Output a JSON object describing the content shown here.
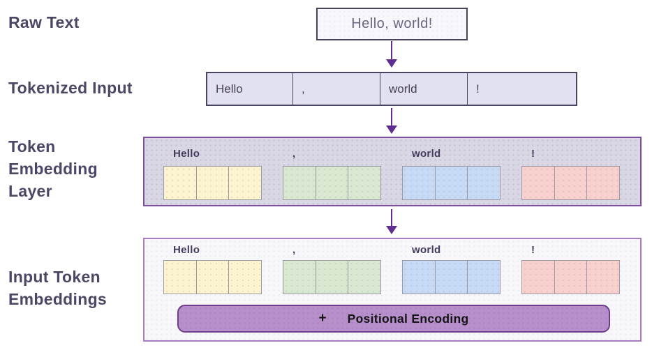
{
  "stages": {
    "raw_text": {
      "label": "Raw Text",
      "value": "Hello, world!"
    },
    "tokenized_input": {
      "label": "Tokenized Input"
    },
    "token_embedding_layer": {
      "label_lines": [
        "Token",
        "Embedding",
        "Layer"
      ]
    },
    "input_token_embeddings": {
      "label_lines": [
        "Input Token",
        "Embeddings"
      ]
    }
  },
  "tokens": [
    "Hello",
    ",",
    "world",
    "!"
  ],
  "embedding": {
    "cells_per_token": 3,
    "token_colors": [
      "#fcf3cf",
      "#d9e9d1",
      "#c6daf5",
      "#f8d1ce"
    ]
  },
  "positional_encoding": {
    "plus": "+",
    "label": "Positional Encoding"
  },
  "colors": {
    "arrow": "#5e2f8e",
    "stage_label_text": "#4e4665",
    "raw_box_bg": "#f8f8fc",
    "raw_box_border": "#4b4459",
    "token_row_bg": "#e1e1f2",
    "token_row_border": "#4a4463",
    "layer_box_bg": "#d9d7e4",
    "layer_box_border": "#7e4f9f",
    "input_box_bg": "#f8f8fb",
    "input_box_border": "#a87cc0",
    "cell_border": "#9a99a3",
    "pos_bar_bg": "#b78fcb",
    "pos_bar_border": "#6e3d8c"
  }
}
